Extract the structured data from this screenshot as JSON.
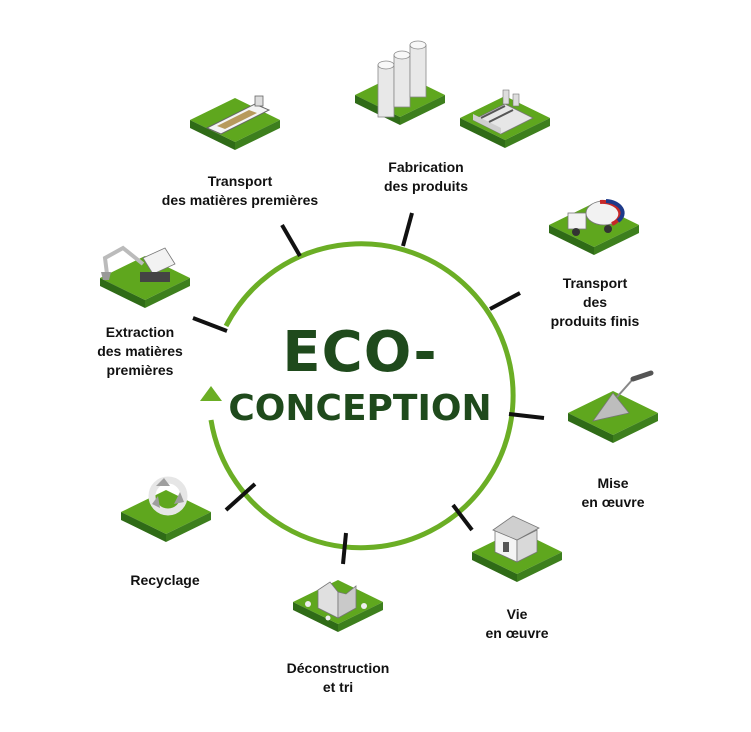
{
  "title": {
    "line1": "ECO-",
    "line2": "CONCEPTION"
  },
  "colors": {
    "ring": "#6bae25",
    "title": "#1f4a1c",
    "tick": "#111111",
    "tile_top": "#5fa71e",
    "tile_side": "#2f6b17"
  },
  "stages": [
    {
      "id": "extraction",
      "icon": "excavator-icon",
      "lines": [
        "Extraction",
        "des matières",
        "premières"
      ]
    },
    {
      "id": "transport-raw",
      "icon": "cargo-ship-icon",
      "lines": [
        "Transport",
        "des matières premières"
      ]
    },
    {
      "id": "fabrication",
      "icon": "factory-silos-icon",
      "lines": [
        "Fabrication",
        "des produits"
      ]
    },
    {
      "id": "transport-finished",
      "icon": "mixer-truck-icon",
      "lines": [
        "Transport",
        "des",
        "produits finis"
      ]
    },
    {
      "id": "mise-en-oeuvre",
      "icon": "trowel-icon",
      "lines": [
        "Mise",
        "en œuvre"
      ]
    },
    {
      "id": "vie-en-oeuvre",
      "icon": "house-icon",
      "lines": [
        "Vie",
        "en œuvre"
      ]
    },
    {
      "id": "deconstruction",
      "icon": "demolition-icon",
      "lines": [
        "Déconstruction",
        "et tri"
      ]
    },
    {
      "id": "recyclage",
      "icon": "recycle-icon",
      "lines": [
        "Recyclage"
      ]
    }
  ]
}
